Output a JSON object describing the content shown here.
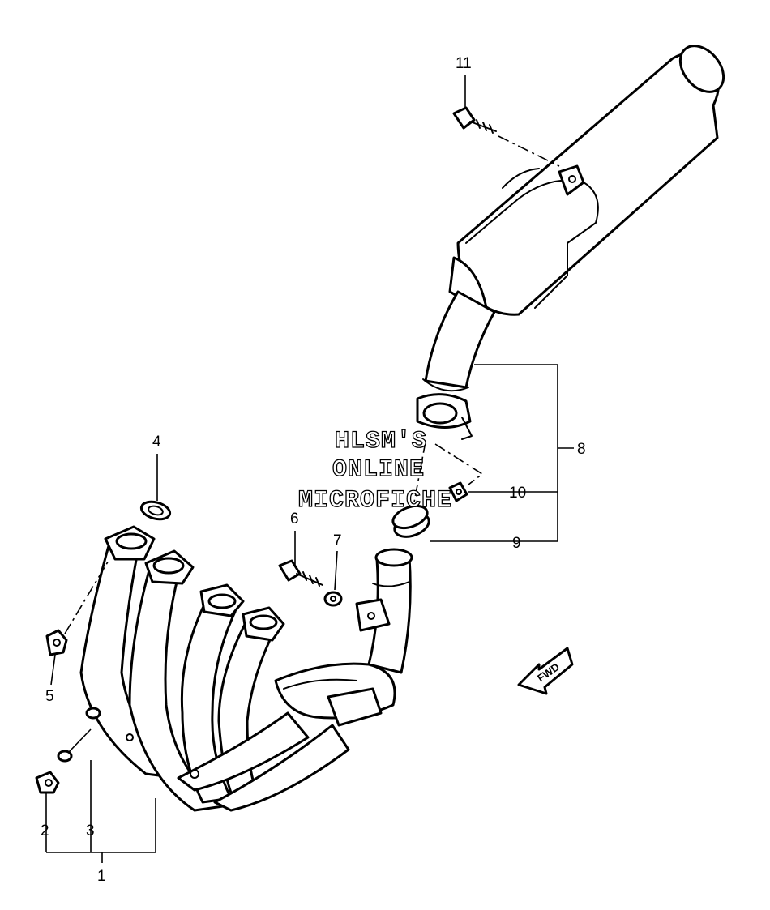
{
  "callouts": {
    "c1": "1",
    "c2": "2",
    "c3": "3",
    "c4": "4",
    "c5": "5",
    "c6": "6",
    "c7": "7",
    "c8": "8",
    "c9": "9",
    "c10": "10",
    "c11": "11"
  },
  "watermark": {
    "line1": "HLSM'S",
    "line2": "ONLINE",
    "line3": "MICROFICHE"
  },
  "direction_badge": "FWD"
}
